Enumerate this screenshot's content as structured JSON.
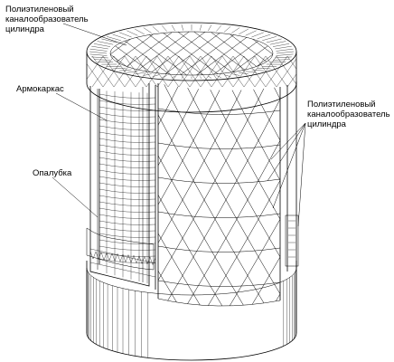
{
  "figure": {
    "labels": {
      "top_left": [
        "Полиэтиленовый",
        "каналообразователь",
        "цилиндра"
      ],
      "armokarkas": "Армокаркас",
      "opalubka": "Опалубка",
      "right": [
        "Полиэтиленовый",
        "каналообразователь",
        "цилиндра"
      ]
    }
  }
}
